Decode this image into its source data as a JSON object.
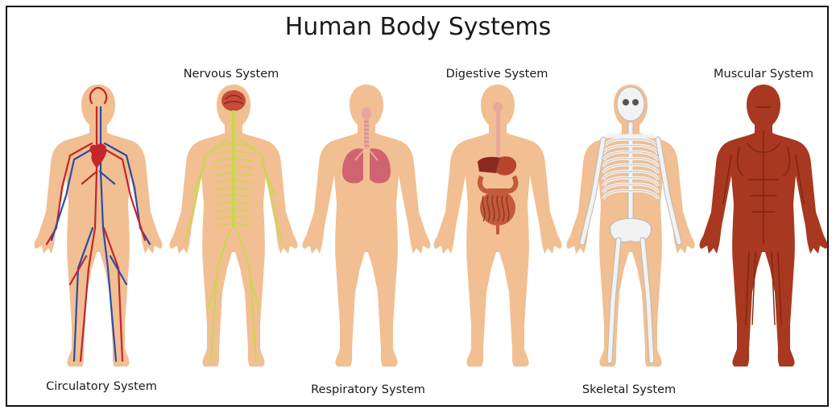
{
  "title": "Human Body Systems",
  "figures": [
    {
      "label": "Circulatory System",
      "system": "circulatory"
    },
    {
      "label": "Nervous System",
      "system": "nervous"
    },
    {
      "label": "Respiratory System",
      "system": "respiratory"
    },
    {
      "label": "Digestive System",
      "system": "digestive"
    },
    {
      "label": "Skeletal System",
      "system": "skeletal"
    },
    {
      "label": "Muscular System",
      "system": "muscular"
    }
  ],
  "colors": {
    "skin": "#f1bf92",
    "skin_shadow": "#dda478",
    "artery": "#c4252a",
    "vein": "#2a4ea3",
    "nerve": "#c8d84a",
    "lung": "#cf6470",
    "trachea": "#e8a7a0",
    "stomach": "#b8452e",
    "intestine": "#c35a3a",
    "bone": "#f2f2f2",
    "bone_stroke": "#b9b9b9",
    "muscle": "#a8381f",
    "muscle_dark": "#7d2613"
  }
}
